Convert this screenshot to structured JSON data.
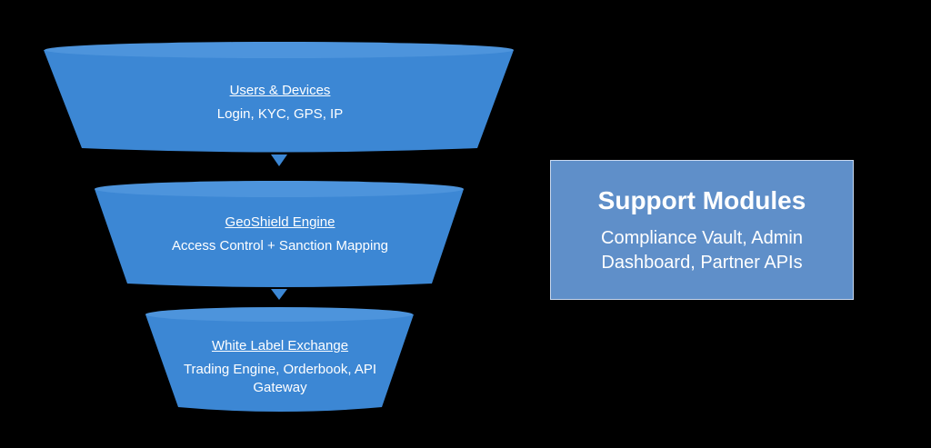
{
  "colors": {
    "background": "#000000",
    "funnel_fill": "#3c87d4",
    "funnel_rim": "#4d94dc",
    "support_fill": "#5f8fc9",
    "support_border": "#c9d9f0",
    "text": "#ffffff"
  },
  "funnel": {
    "stages": [
      {
        "title": "Users & Devices",
        "description": "Login, KYC, GPS, IP"
      },
      {
        "title": "GeoShield Engine",
        "description": "Access Control + Sanction Mapping"
      },
      {
        "title": "White Label Exchange",
        "description": "Trading Engine, Orderbook, API Gateway"
      }
    ]
  },
  "support": {
    "title": "Support Modules",
    "description": "Compliance Vault, Admin Dashboard, Partner APIs"
  }
}
